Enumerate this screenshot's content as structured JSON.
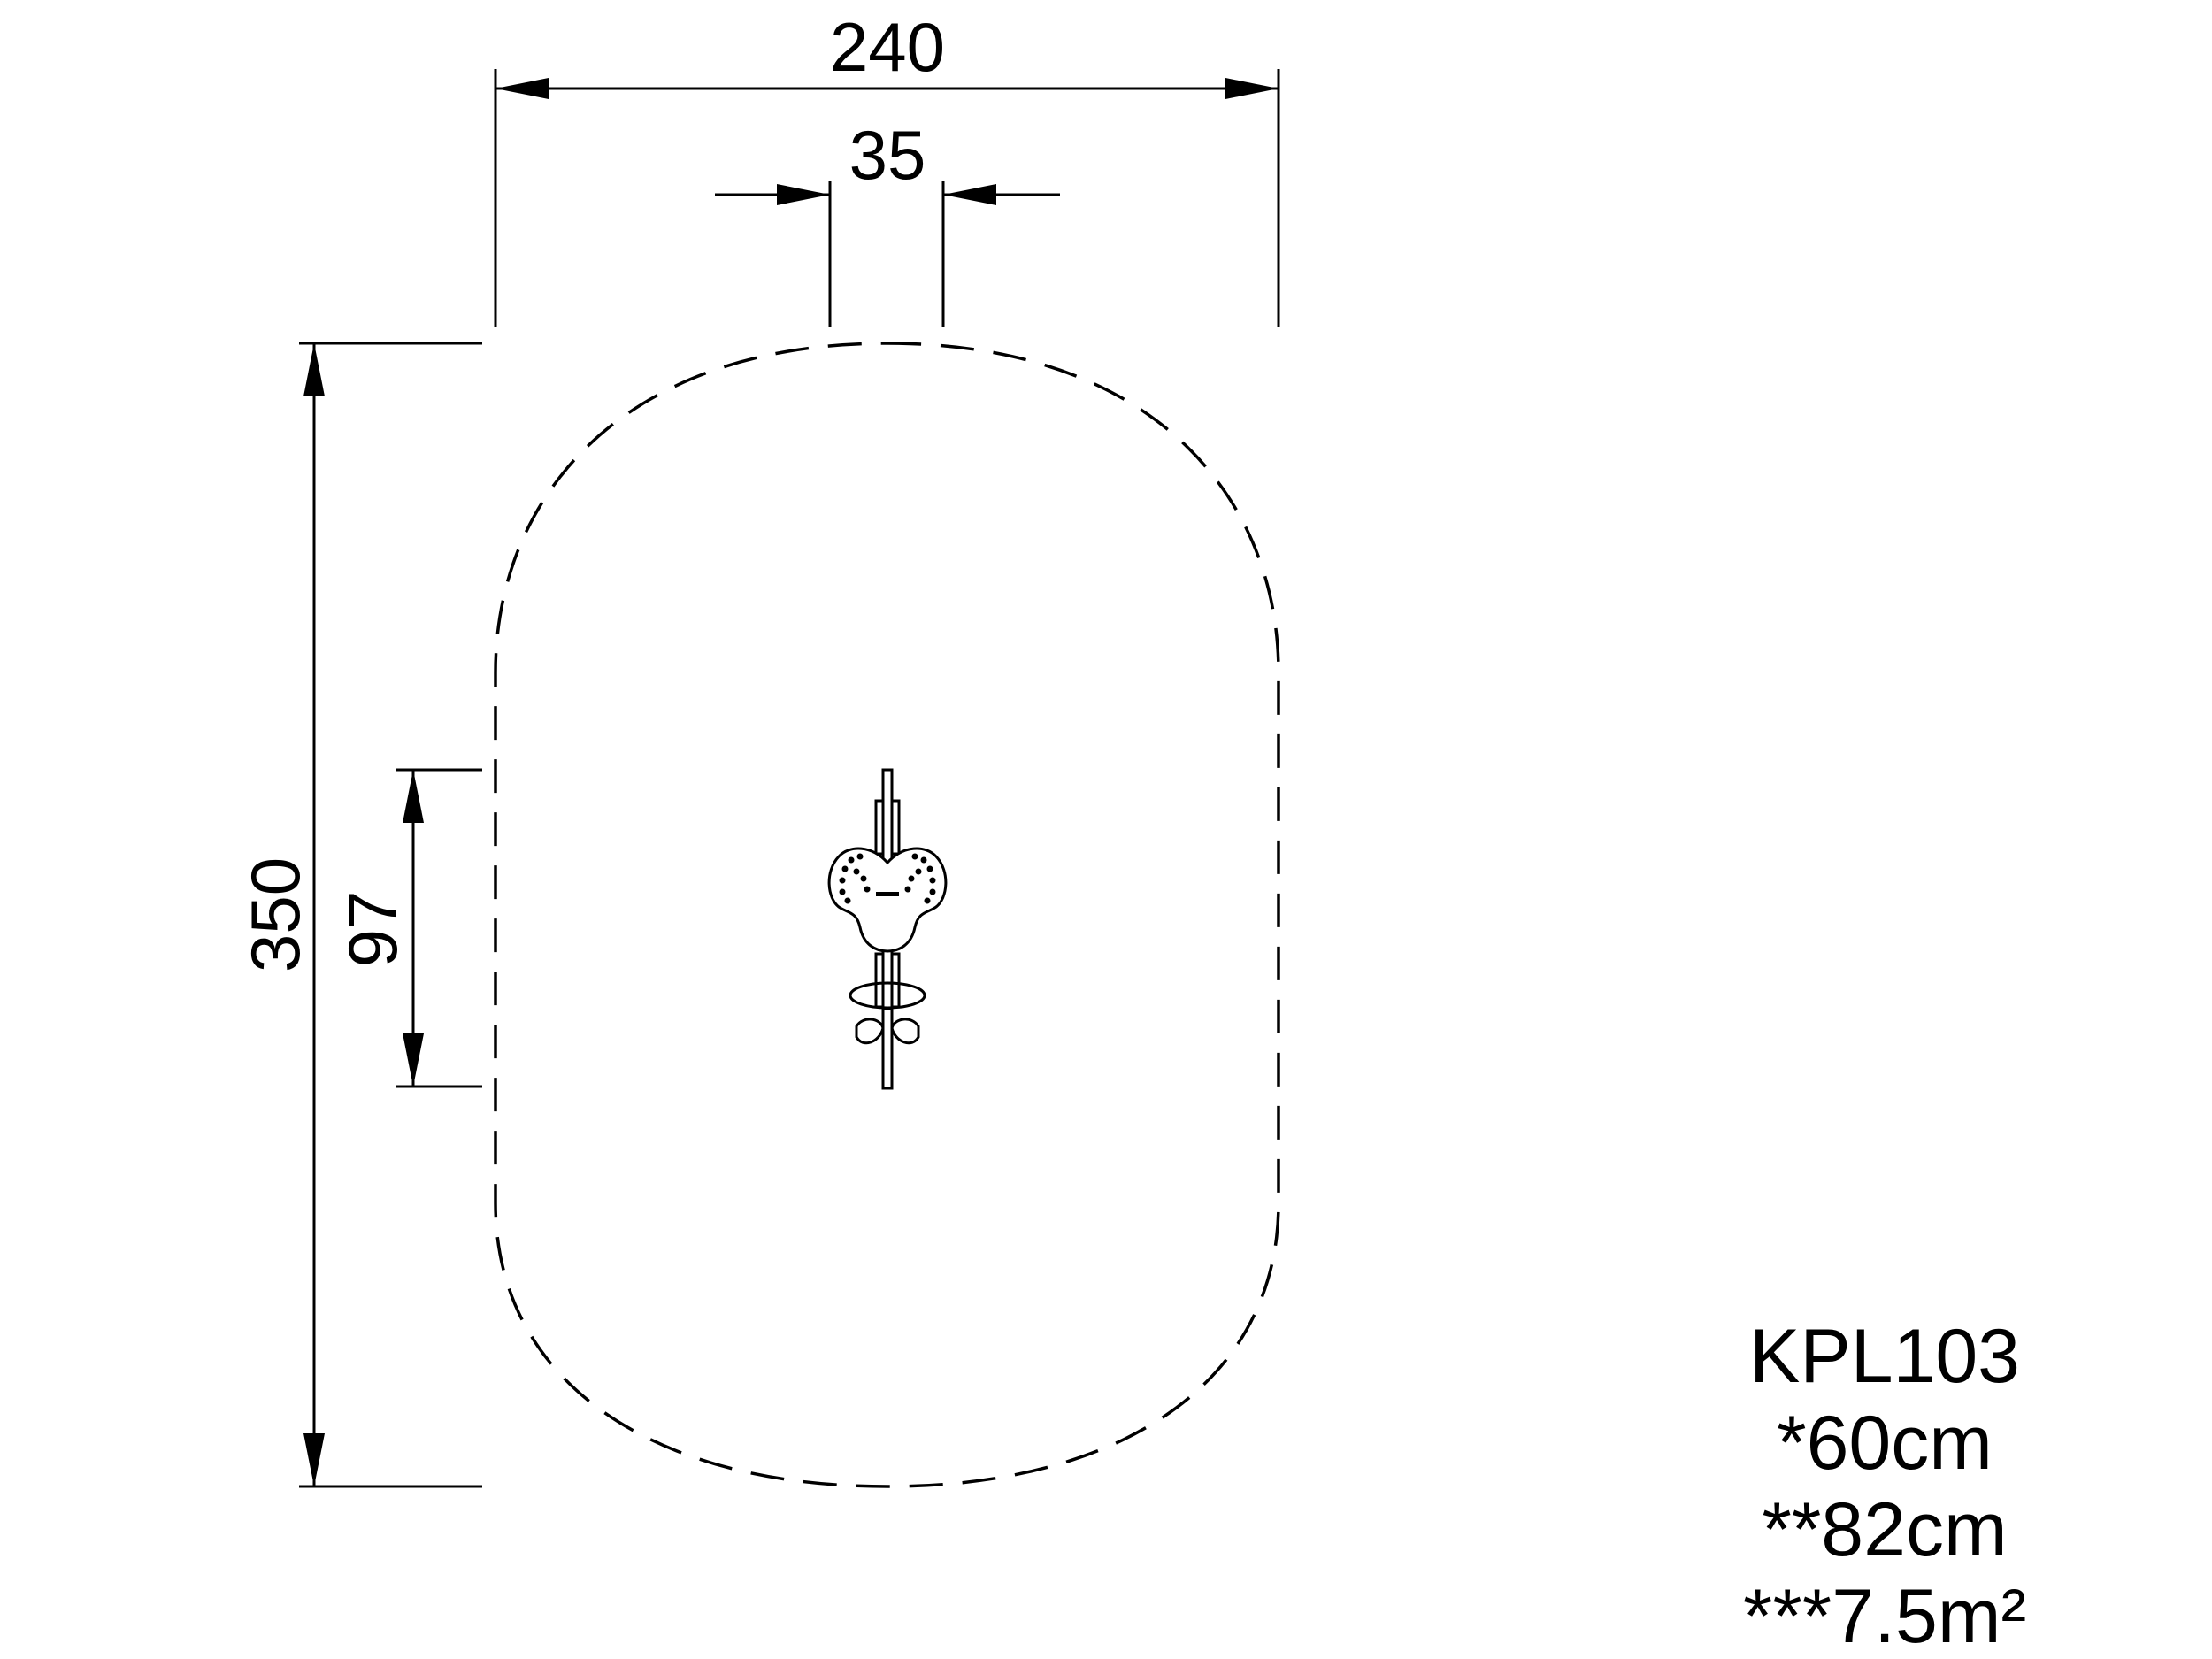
{
  "dimensions": {
    "width": "240",
    "inner_width": "35",
    "height": "350",
    "inner_height": "97"
  },
  "specs": {
    "model": "KPL103",
    "free_fall_height": "*60cm",
    "max_height": "**82cm",
    "safety_area": "***7.5m²"
  }
}
